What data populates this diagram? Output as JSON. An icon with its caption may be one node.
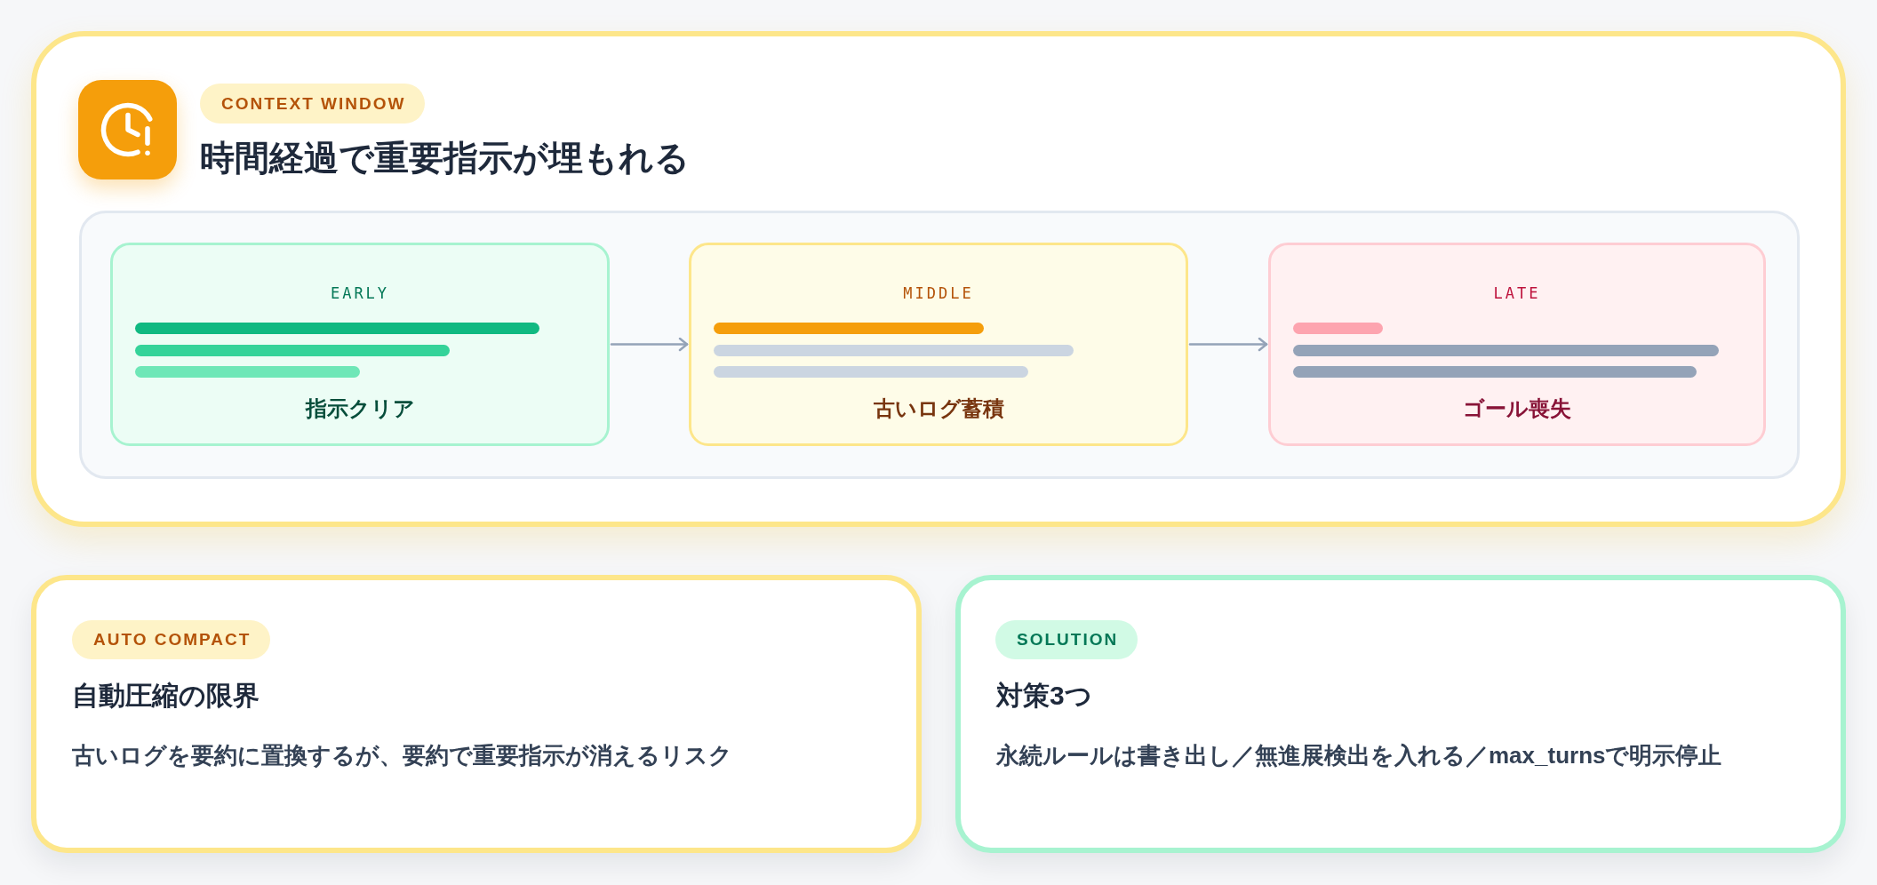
{
  "diagram": {
    "nodes": [
      {
        "text": [
          "時間経過で重要指示が埋もれる"
        ]
      },
      {
        "text": [
          "CONTEXT WINDOW"
        ],
        "in": 0
      },
      {
        "text": [],
        "shape": "box",
        "in": 0
      },
      {
        "text": [
          "EARLY",
          "指示クリア"
        ],
        "in": 2
      },
      {
        "text": [
          "MIDDLE",
          "古いログ蓄積"
        ],
        "in": 2
      },
      {
        "text": [
          "LATE",
          "ゴール喪失"
        ],
        "in": 2
      },
      {
        "text": [
          "自動圧縮の限界",
          "古いログを要約に置換するが、要約で重要指示が消えるリスク"
        ]
      },
      {
        "text": [
          "AUTO COMPACT"
        ],
        "in": 6
      },
      {
        "text": [
          "対策3つ",
          "永続ルールは書き出し／無進展検出を入れる／max_turnsで明示停止"
        ]
      },
      {
        "text": [
          "SOLUTION"
        ],
        "in": 8
      }
    ],
    "edges": [
      {
        "from": 3,
        "to": 4,
        "arrow": "to"
      },
      {
        "from": 4,
        "to": 5,
        "arrow": "to"
      }
    ]
  }
}
